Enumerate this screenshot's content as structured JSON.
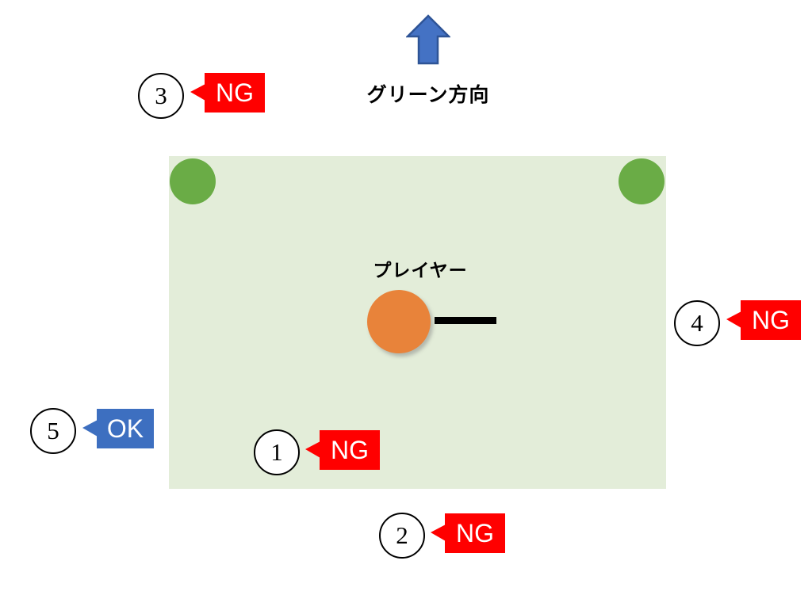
{
  "diagram": {
    "title_text": "",
    "colors": {
      "field": "#E3EDD9",
      "tee_marker": "#6AAC46",
      "player": "#E8833A",
      "club": "#000000",
      "ng_badge": "#FF0000",
      "ok_badge": "#3D6FC0",
      "arrow": "#4472C4",
      "arrow_border": "#2E5496"
    },
    "direction": {
      "label": "グリーン方向",
      "arrow_icon": "up-arrow-icon"
    },
    "player": {
      "label": "プレイヤー",
      "ball_icon": "player-ball-icon",
      "club_icon": "club-bar-icon"
    },
    "tee_markers": [
      {
        "name": "tee-marker-left"
      },
      {
        "name": "tee-marker-right"
      }
    ],
    "annotations": [
      {
        "number": "1",
        "badge": "NG",
        "status": "ng"
      },
      {
        "number": "2",
        "badge": "NG",
        "status": "ng"
      },
      {
        "number": "3",
        "badge": "NG",
        "status": "ng"
      },
      {
        "number": "4",
        "badge": "NG",
        "status": "ng"
      },
      {
        "number": "5",
        "badge": "OK",
        "status": "ok"
      }
    ]
  }
}
